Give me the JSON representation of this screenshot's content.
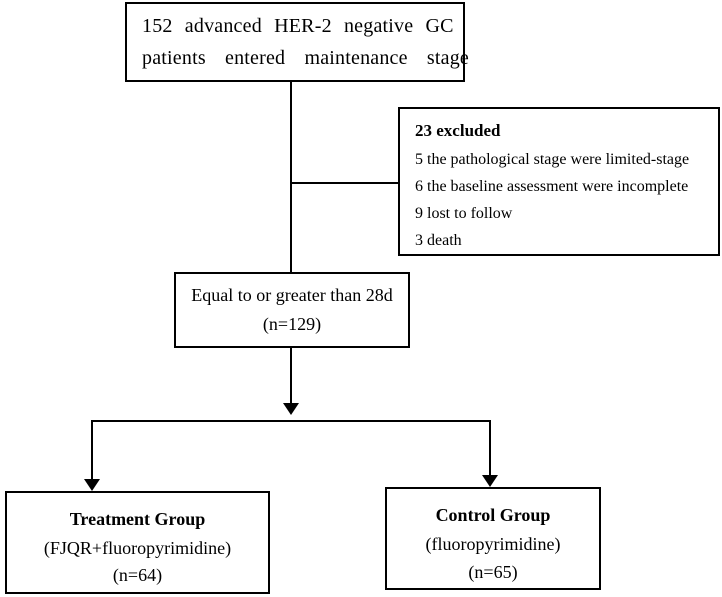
{
  "top_box": {
    "line1": "152 advanced HER-2 negative GC",
    "line2": "patients entered maintenance stage"
  },
  "excluded_box": {
    "heading": "23 excluded",
    "reasons": [
      "5 the pathological stage were limited-stage",
      "6 the baseline assessment were incomplete",
      "9 lost to follow",
      "3 death"
    ]
  },
  "middle_box": {
    "line1": "Equal to or greater than 28d",
    "line2": "(n=129)"
  },
  "treatment_box": {
    "title": "Treatment Group",
    "subtitle": "(FJQR+fluoropyrimidine)",
    "count": "(n=64)"
  },
  "control_box": {
    "title": "Control Group",
    "subtitle": "(fluoropyrimidine)",
    "count": "(n=65)"
  }
}
